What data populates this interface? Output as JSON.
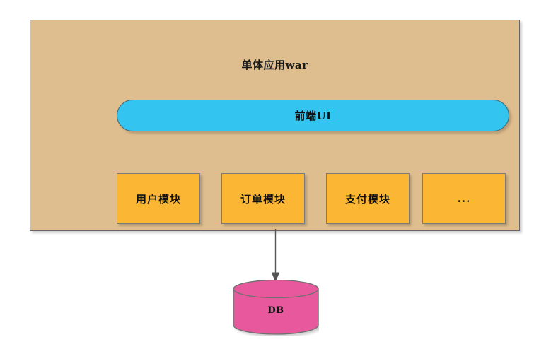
{
  "diagram": {
    "type": "architecture-diagram",
    "background_color": "#ffffff",
    "monolith": {
      "title": "单体应用war",
      "fill_color": "#debd8e",
      "border_color": "#666666",
      "frontend": {
        "label": "前端UI",
        "fill_color": "#33c4f0",
        "border_color": "#3f6b7d",
        "shape": "rounded-pill"
      },
      "modules": [
        {
          "label": "用户模块",
          "fill_color": "#fbb733",
          "border_color": "#7b7b7b"
        },
        {
          "label": "订单模块",
          "fill_color": "#fbb733",
          "border_color": "#7b7b7b"
        },
        {
          "label": "支付模块",
          "fill_color": "#fbb733",
          "border_color": "#7b7b7b"
        },
        {
          "label": "...",
          "fill_color": "#fbb733",
          "border_color": "#7b7b7b"
        }
      ]
    },
    "connector": {
      "from": "monolith",
      "to": "database",
      "style": "solid-arrow",
      "color": "#555555"
    },
    "database": {
      "label": "DB",
      "shape": "cylinder",
      "fill_color": "#e8589c",
      "border_color": "#6f6f6f"
    }
  }
}
